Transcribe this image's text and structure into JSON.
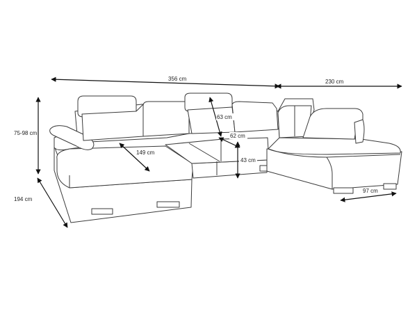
{
  "dimensions": {
    "overall_width": "356 cm",
    "chaise_length": "230 cm",
    "height": "75-98 cm",
    "depth": "194 cm",
    "seat_depth": "149 cm",
    "backrest_height": "63 cm",
    "seat_depth_inner": "62 cm",
    "seat_height": "43 cm",
    "chaise_width": "97 cm"
  },
  "colors": {
    "outline": "#3a3a3a",
    "arrow": "#111111",
    "background": "#ffffff"
  }
}
